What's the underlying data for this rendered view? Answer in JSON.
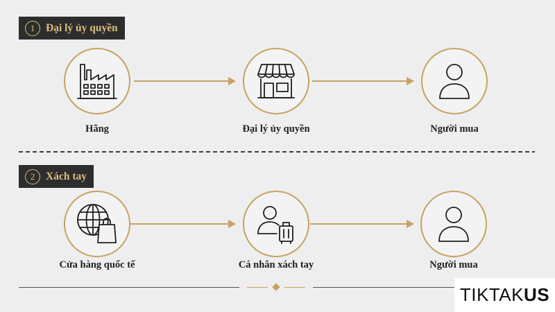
{
  "sections": [
    {
      "number": "1",
      "title": "Đại lý ủy quyền",
      "steps": [
        {
          "label": "Hãng",
          "icon": "factory-icon"
        },
        {
          "label": "Đại lý ủy quyền",
          "icon": "store-icon"
        },
        {
          "label": "Người mua",
          "icon": "user-icon"
        }
      ]
    },
    {
      "number": "2",
      "title": "Xách tay",
      "steps": [
        {
          "label": "Cửa hàng quốc tế",
          "icon": "globe-shopping-bag-icon"
        },
        {
          "label": "Cá nhân xách tay",
          "icon": "person-suitcase-icon"
        },
        {
          "label": "Người mua",
          "icon": "user-icon"
        }
      ]
    }
  ],
  "logo": {
    "text_regular": "TIKTAK",
    "text_bold": "US"
  },
  "colors": {
    "background": "#eeeeee",
    "accent_gold": "#c6a262",
    "badge_background": "#2d2d2d",
    "badge_text": "#dcbc7e",
    "text": "#1f1f1f"
  }
}
